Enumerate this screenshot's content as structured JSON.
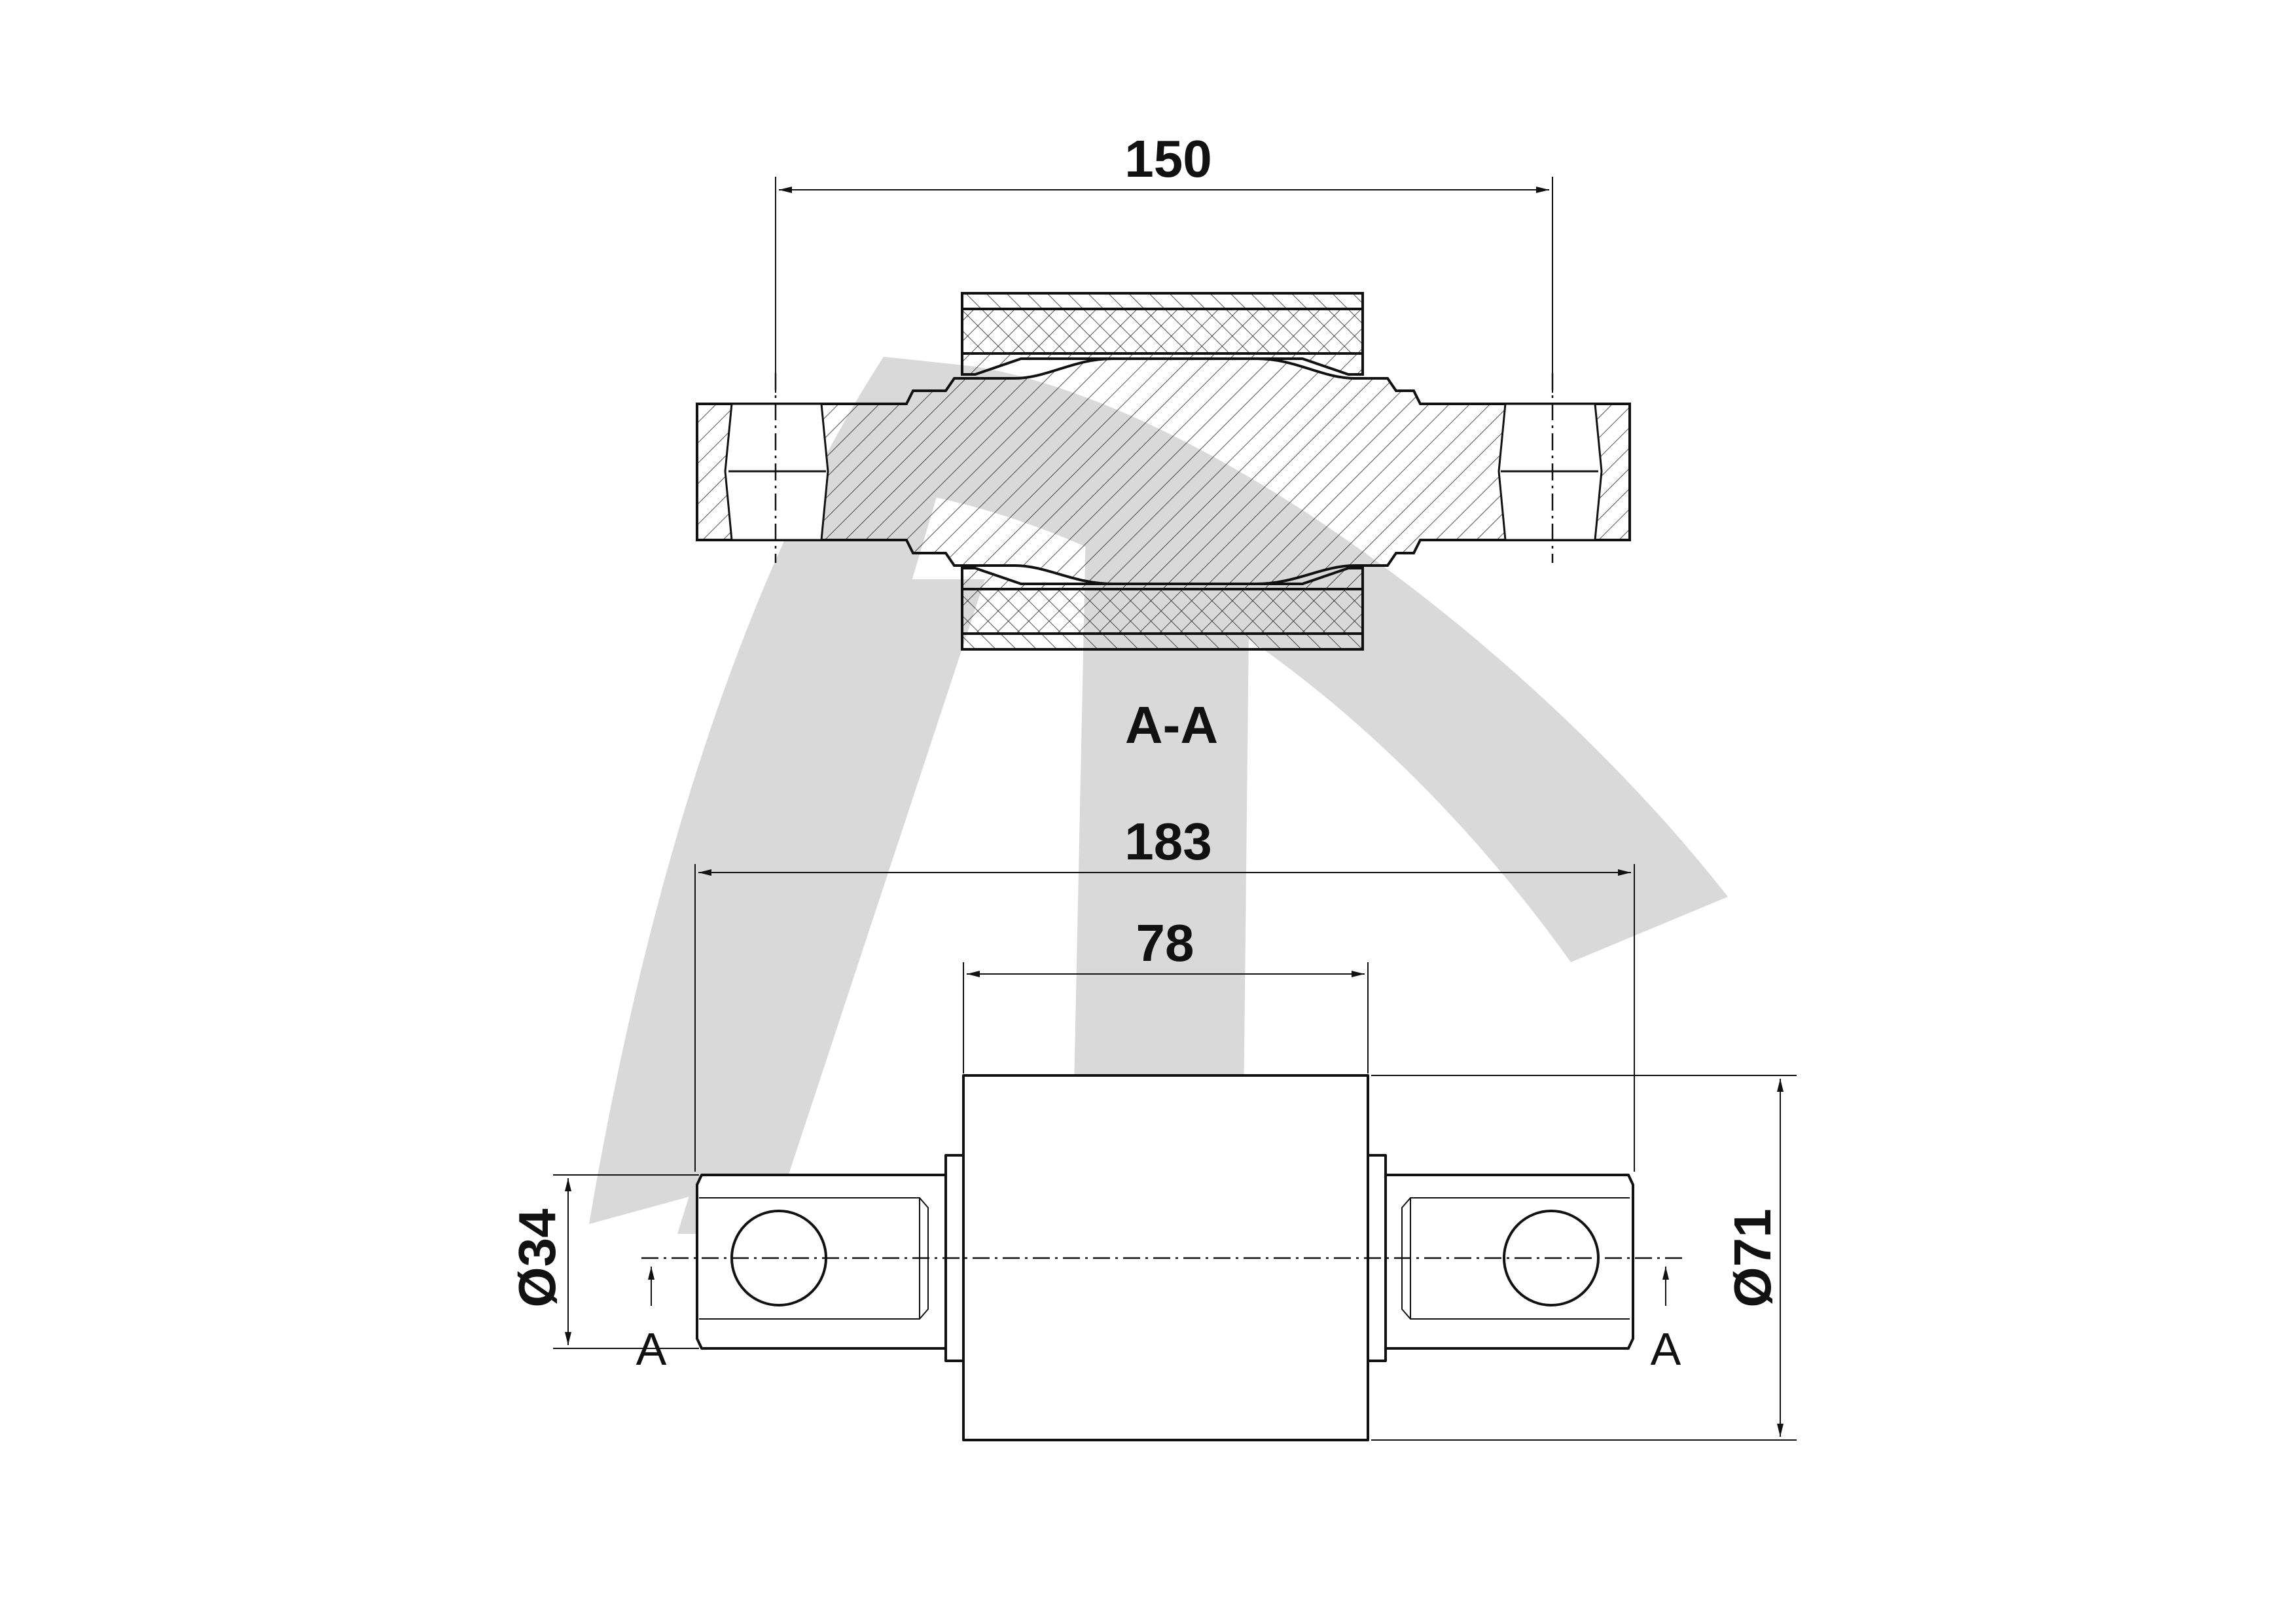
{
  "section_view": {
    "label": "A-A",
    "dimension_length": "150"
  },
  "side_view": {
    "dimension_overall": "183",
    "dimension_body": "78",
    "dimension_pin_diameter": "Ø34",
    "dimension_body_diameter": "Ø71",
    "section_marker_left": "A",
    "section_marker_right": "A"
  },
  "watermark": {
    "description_icon": "logo-watermark-icon",
    "color": "#d9d9d9"
  }
}
